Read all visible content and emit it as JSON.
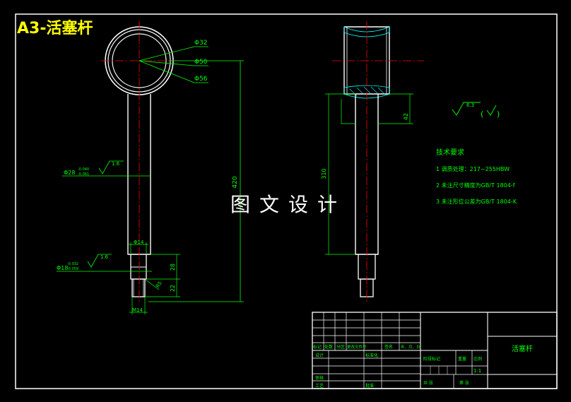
{
  "drawing": {
    "sheet_label": "A3-活塞杆",
    "watermark": "图文设计",
    "colors": {
      "outline": "#ffffff",
      "dimension": "#00ff00",
      "centerline": "#ff0000",
      "title_text": "#00ff00",
      "sheet_label": "#ffff00"
    }
  },
  "front_view": {
    "dims": {
      "ring_d1": "Φ32",
      "ring_d2": "Φ50",
      "ring_d3": "Φ56",
      "rod_dia": "Φ28",
      "rod_tol_upper": "-0.040",
      "rod_tol_lower": "-0.061",
      "rod_rough": "1.6",
      "neck_dia": "Φ18",
      "neck_tol_upper": "-0.032",
      "neck_tol_lower": "-0.059",
      "neck_rough": "1.6",
      "neck_dim": "Φ14",
      "len_28": "28",
      "len_22": "22",
      "chamfer": "R5",
      "thread": "M14",
      "total_len": "420"
    }
  },
  "side_view": {
    "dims": {
      "rod_len": "310",
      "dim_42": "42"
    }
  },
  "roughness_note": {
    "value": "6.3"
  },
  "tech_req": {
    "title": "技术要求",
    "items": [
      "1 调质处理：217~255HBW",
      "2 未注尺寸精度为GB/T 1804-f",
      "3 未注形位公差为GB/T 1804-K"
    ]
  },
  "title_block": {
    "part_name": "活塞杆",
    "scale": "1:1",
    "labels": {
      "mark": "标记",
      "count": "处数",
      "zone": "分区",
      "doc_no": "更改文件号",
      "sign": "签名",
      "date": "年、月、日",
      "design": "设计",
      "standard": "标准化",
      "review": "审核",
      "craft": "工艺",
      "approve": "批准",
      "stage_mark": "阶段标记",
      "weight": "重量",
      "ratio": "比例",
      "sheets_total": "共  张",
      "sheet_no": "第  张"
    }
  }
}
